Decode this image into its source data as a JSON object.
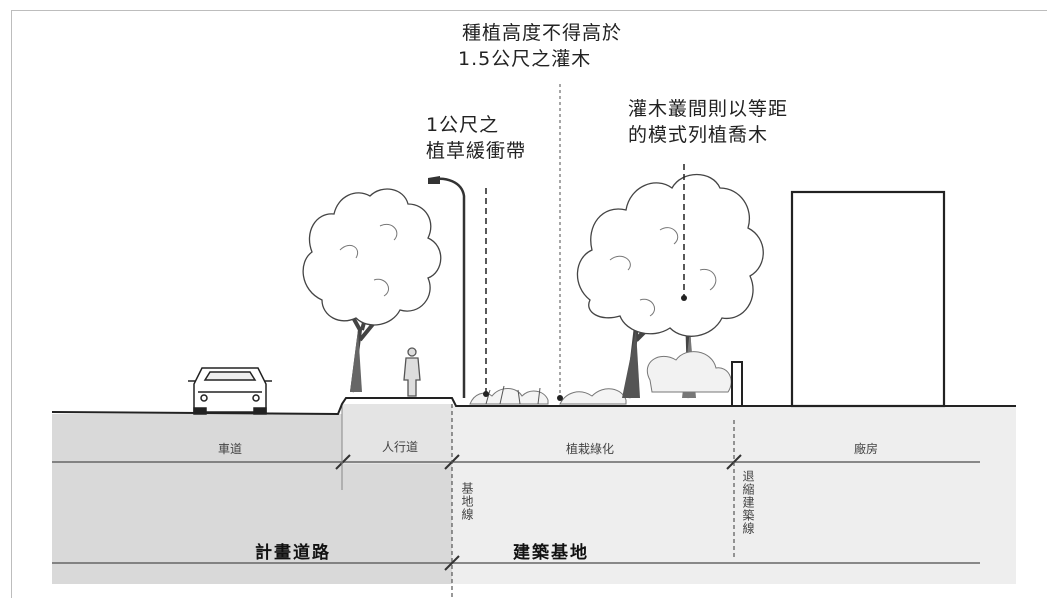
{
  "annotations": {
    "shrub_height": {
      "line1": "種植高度不得高於",
      "line2": "1.5公尺之灌木"
    },
    "grass_buffer": {
      "line1": "1公尺之",
      "line2": "植草緩衝帶"
    },
    "tree_spacing": {
      "line1": "灌木叢間則以等距",
      "line2": "的模式列植喬木"
    }
  },
  "zones": {
    "roadway": "車道",
    "sidewalk": "人行道",
    "planting_green": "植栽綠化",
    "factory": "廠房"
  },
  "lines": {
    "base_line": "基地線",
    "setback_line": "退縮建築線"
  },
  "areas": {
    "planned_road": "計畫道路",
    "building_site": "建築基地"
  },
  "colors": {
    "road_fill": "#d9d9d9",
    "site_fill": "#eeeeee",
    "ink": "#222222"
  }
}
